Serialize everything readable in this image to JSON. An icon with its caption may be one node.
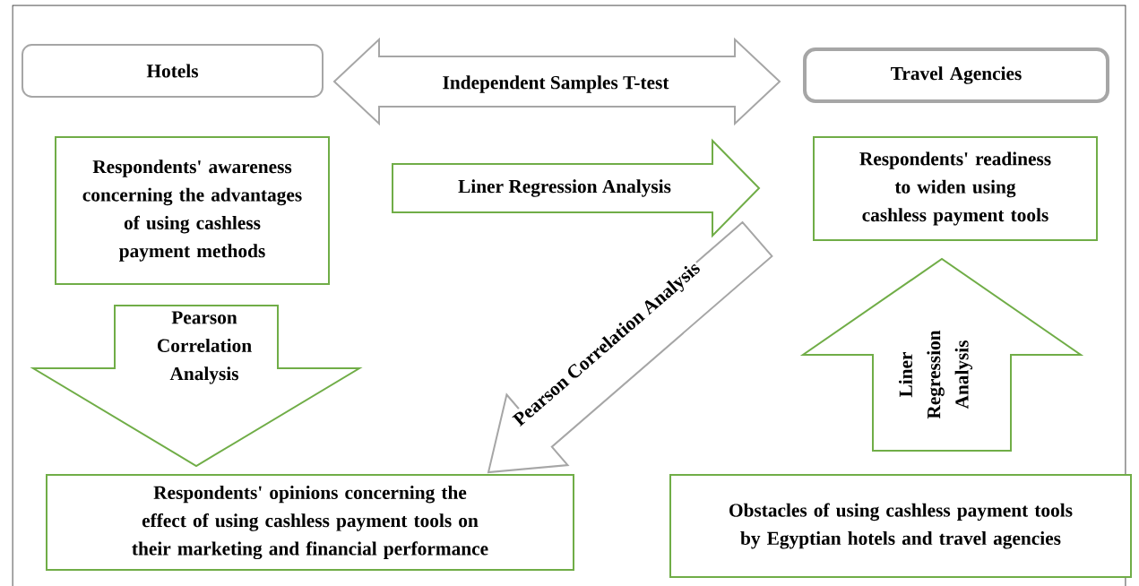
{
  "diagram": {
    "nodes": [
      {
        "text": [
          "Hotels"
        ]
      },
      {
        "text": [
          "Travel Agencies"
        ]
      },
      {
        "text": [
          "Respondents' awareness concerning the advantages of using cashless payment methods"
        ]
      },
      {
        "text": [
          "Respondents' readiness to widen using cashless payment tools"
        ]
      },
      {
        "text": [
          "Respondents' opinions concerning the effect of using cashless payment tools on their marketing and financial performance"
        ]
      },
      {
        "text": [
          "Obstacles of using cashless payment tools by Egyptian hotels and travel agencies"
        ]
      }
    ],
    "edges": [
      {
        "from": 0,
        "to": 1,
        "arrow": "both",
        "label": "Independent Samples T-test",
        "color": "#a6a6a6"
      },
      {
        "from": 2,
        "to": 3,
        "arrow": "to",
        "label": "Liner Regression Analysis"
      },
      {
        "from": 2,
        "to": 4,
        "arrow": "to",
        "label": "Pearson Correlation Analysis"
      },
      {
        "from": 3,
        "to": 4,
        "arrow": "to",
        "label": "Pearson Correlation Analysis",
        "color": "#a6a6a6"
      },
      {
        "from": 5,
        "to": 3,
        "arrow": "to",
        "label": "Liner Regression Analysis"
      }
    ]
  }
}
